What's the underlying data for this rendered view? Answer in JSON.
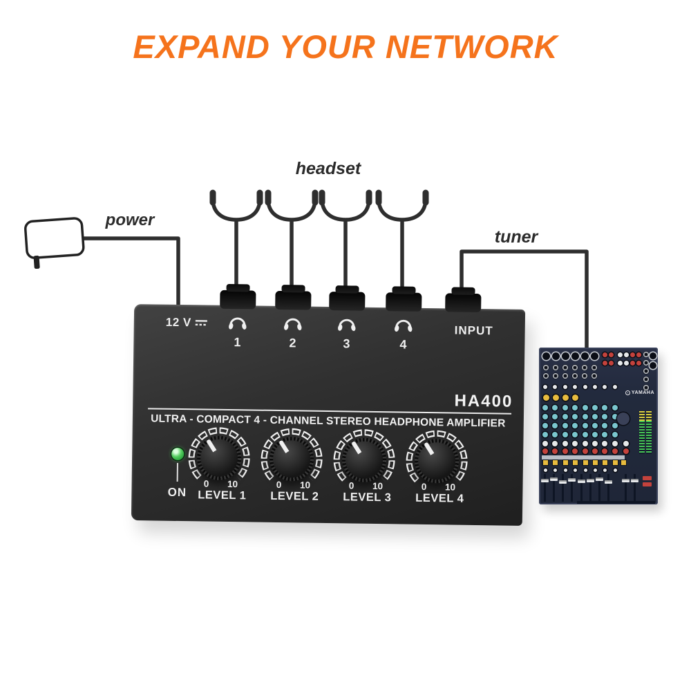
{
  "title": "EXPAND YOUR NETWORK",
  "connection_labels": {
    "power": "power",
    "headset": "headset",
    "tuner": "tuner"
  },
  "amplifier": {
    "voltage_label": "12 V",
    "input_label": "INPUT",
    "model": "HA400",
    "subtitle": "ULTRA - COMPACT 4 - CHANNEL STEREO HEADPHONE AMPLIFIER",
    "power_led_label": "ON",
    "channels": [
      {
        "number": "1",
        "min": "0",
        "max": "10",
        "level": "LEVEL 1"
      },
      {
        "number": "2",
        "min": "0",
        "max": "10",
        "level": "LEVEL 2"
      },
      {
        "number": "3",
        "min": "0",
        "max": "10",
        "level": "LEVEL 3"
      },
      {
        "number": "4",
        "min": "0",
        "max": "10",
        "level": "LEVEL 4"
      }
    ]
  },
  "mixer": {
    "brand": "YAMAHA",
    "palette": {
      "body": "#232A3C",
      "black": "#0b0e16",
      "metal": "#c9cdd3",
      "white": "#e6e8ea",
      "red": "#c4423c",
      "teal": "#7ac6ce",
      "yellow": "#e7bb3e",
      "green": "#46c455",
      "amber": "#ddd23e",
      "track": "#0e1524",
      "strip": "#b9bec7"
    }
  },
  "colors": {
    "accent": "#F5731C",
    "wire": "#2E2E2E",
    "led_green": "#55CD60"
  }
}
